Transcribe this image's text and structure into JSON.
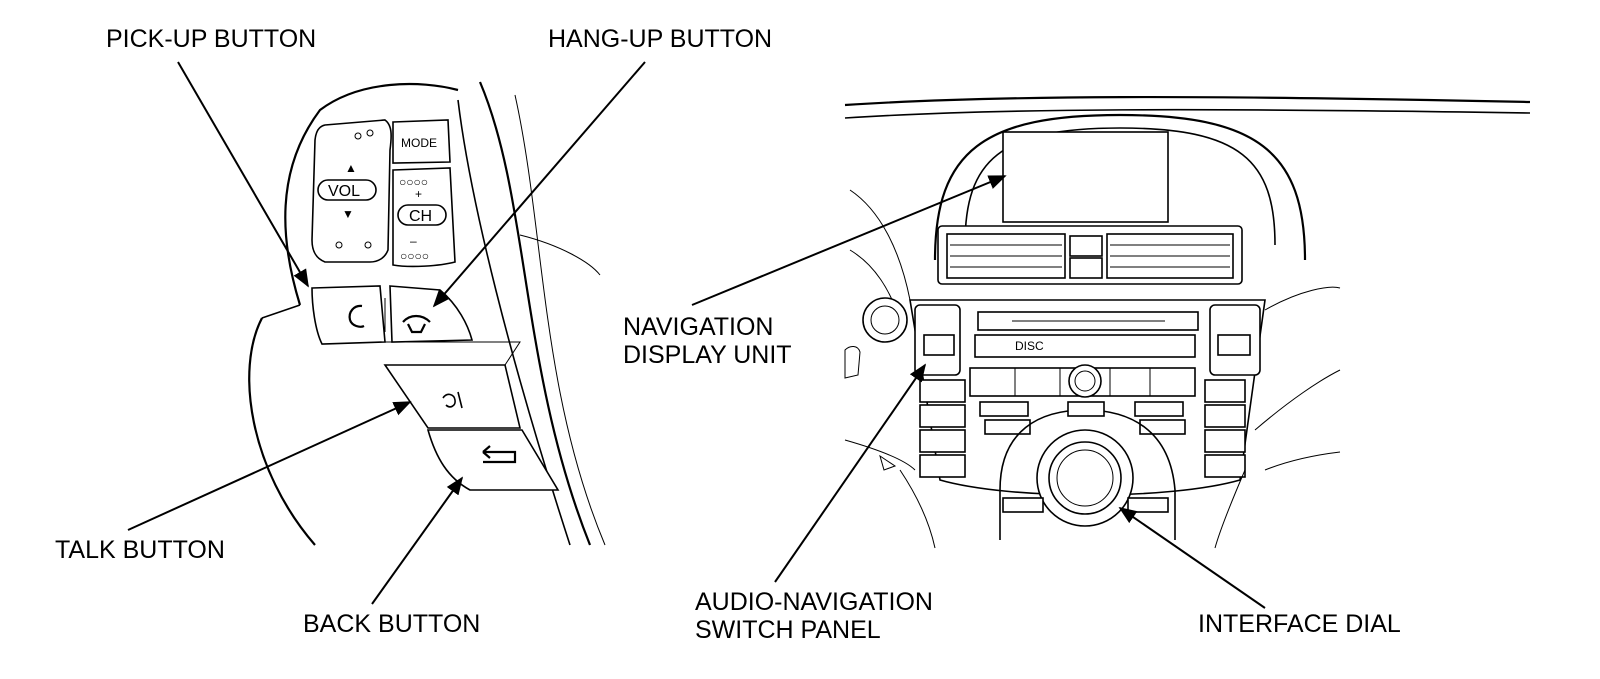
{
  "callouts": {
    "pickup": "PICK-UP BUTTON",
    "hangup": "HANG-UP BUTTON",
    "talk": "TALK BUTTON",
    "back": "BACK BUTTON",
    "nav_line1": "NAVIGATION",
    "nav_line2": "DISPLAY UNIT",
    "audio_line1": "AUDIO-NAVIGATION",
    "audio_line2": "SWITCH PANEL",
    "dial": "INTERFACE DIAL"
  },
  "steering_switch": {
    "mode": "MODE",
    "vol": "VOL",
    "ch": "CH",
    "plus": "+",
    "minus": "–",
    "up_arrow": "▲",
    "down_arrow": "▼"
  },
  "console": {
    "small_label": "DISC"
  }
}
